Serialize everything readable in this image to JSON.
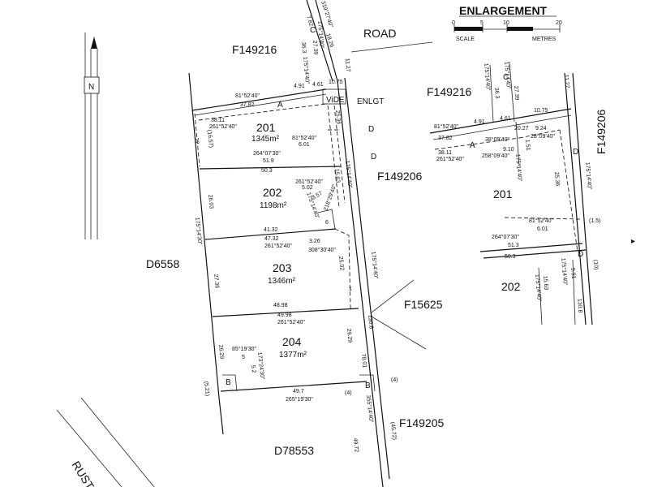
{
  "labels": {
    "road": "ROAD",
    "rustic": "RUSTIC",
    "enlargement_title": "ENLARGEMENT",
    "scale_word": "SCALE",
    "metres_word": "METRES",
    "north": "N",
    "vide": "ViDE",
    "enlgt": "ENLGT",
    "arrow": "▸"
  },
  "scale_ticks": [
    "0",
    "5",
    "10",
    "20"
  ],
  "parcels": {
    "f149216": "F149216",
    "f149216_enl": "F149216",
    "f149206": "F149206",
    "f149206_enl": "F149206",
    "d6558": "D6558",
    "f15625": "F15625",
    "f149205": "F149205",
    "d78553": "D78553"
  },
  "lots": [
    {
      "id": "201",
      "area": "1345m²"
    },
    {
      "id": "202",
      "area": "1198m²"
    },
    {
      "id": "203",
      "area": "1346m²"
    },
    {
      "id": "204",
      "area": "1377m²"
    }
  ],
  "enlargement_lots": [
    "201",
    "202"
  ],
  "easements": {
    "a": "A",
    "b1": "B",
    "b2": "B",
    "c": "C",
    "d1": "D",
    "d2": "D",
    "enl_a": "A",
    "enl_c": "C",
    "enl_d1": "D",
    "enl_d2": "D"
  },
  "dims": {
    "d_7_82": "7.82",
    "d_319": "319°27'40\"",
    "d_36_3": "36.3",
    "d_27_39": "27.39",
    "d_18_26": "18.26",
    "d_175_a": "175°14'40\"",
    "d_175_b": "175°14'40\"",
    "d_11_27": "11.27",
    "d_81_top": "81°52'40\"",
    "d_4_91": "4.91",
    "d_4_61": "4.61",
    "d_10_75": "10.75",
    "d_37_82": "37.82",
    "d_38_11": "38.11",
    "d_261_a": "261°52'40\"",
    "d_16_57": "(16.57)",
    "d_22": "22",
    "d_81_mid": "81°52'40\"",
    "d_6_01": "6.01",
    "d_25_36": "25.36",
    "d_264": "264°07'30\"",
    "d_51_9": "51.9",
    "d_50_3": "50.3",
    "d_175_c": "175°14'40\"",
    "d_15_63": "15.63",
    "d_261_b": "261°52'40\"",
    "d_5_02": "5.02",
    "d_3_57": "3.57",
    "d_175_d": "175°14'40\"",
    "d_218": "218°29'40\"",
    "d_6": "6",
    "d_26_03": "26.03",
    "d_175_e": "175°14'30\"",
    "d_41_32": "41.32",
    "d_47_32": "47.32",
    "d_261_c": "261°52'40\"",
    "d_3_26": "3.26",
    "d_308": "308°30'40\"",
    "d_25_02": "25.02",
    "d_175_f": "175°14'40\"",
    "d_27_36": "27.36",
    "d_1": "1",
    "d_48_98": "48.98",
    "d_49_98": "49.98",
    "d_261_d": "261°52'40\"",
    "d_130_8": "130.8",
    "d_85": "85°19'30\"",
    "d_173": "173°24'30\"",
    "d_5": "5",
    "d_5_2": "5.2",
    "d_26_29": "26.29",
    "d_29_29": "29.29",
    "d_78_01": "78.01",
    "d_5_21": "(5.21)",
    "d_4a": "(4)",
    "d_4b": "(4)",
    "d_49_7": "49.7",
    "d_265": "265°19'30\"",
    "d_355": "355°14'40\"",
    "d_45_72": "(45.72)",
    "d_49_72": "49.72"
  },
  "enl_dims": {
    "e_175_a": "175°14'40\"",
    "e_36_3": "36.3",
    "e_175_b": "175°14'40\"",
    "e_27_39": "27.39",
    "e_11_27": "11.27",
    "e_10_75": "10.75",
    "e_81_a": "81°52'40\"",
    "e_4_91": "4.91",
    "e_4_61": "4.61",
    "e_20_27": "20.27",
    "e_9_24": "9.24",
    "e_37_82": "37.82",
    "e_38_09a": "38°09'40\"",
    "e_28_09": "28°09'40\"",
    "e_38_11": "38.11",
    "e_9_10": "9.10",
    "e_261": "261°52'40\"",
    "e_258": "258°09'40\"",
    "e_1_51": "1.51",
    "e_175_c": "175°14'40\"",
    "e_25_36": "25.36",
    "e_81_b": "81°52'40\"",
    "e_6_01": "6.01",
    "e_1_5": "(1.5)",
    "e_264": "264°07'30\"",
    "e_51_3": "51.3",
    "e_50_3": "50.3",
    "e_175_d": "175°14'40\"",
    "e_9_91": "9.91",
    "e_10": "(10)",
    "e_15_63": "15.63",
    "e_175_e": "175°14'40\"",
    "e_130_8": "130.8",
    "e_175_f": "175°14'40\""
  }
}
